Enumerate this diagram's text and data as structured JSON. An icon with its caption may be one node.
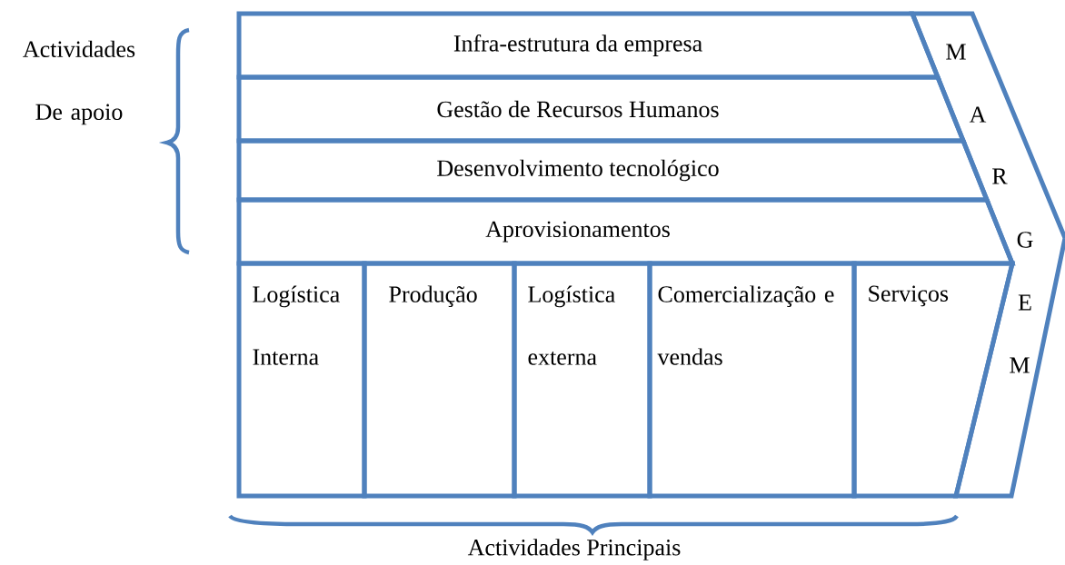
{
  "diagram": {
    "nodes": [
      {
        "text": [
          "Infra-estrutura da empresa"
        ]
      },
      {
        "text": [
          "Gestão de Recursos Humanos"
        ]
      },
      {
        "text": [
          "Desenvolvimento tecnológico"
        ]
      },
      {
        "text": [
          "Aprovisionamentos"
        ]
      },
      {
        "text": [
          "Logística Interna"
        ]
      },
      {
        "text": [
          "Produção"
        ]
      },
      {
        "text": [
          "Logística externa"
        ]
      },
      {
        "text": [
          "Comercialização e vendas"
        ]
      },
      {
        "text": [
          "Serviços"
        ]
      },
      {
        "text": [
          "M",
          "A",
          "R",
          "G",
          "E",
          "M"
        ]
      }
    ],
    "labels": [
      "Actividades De apoio",
      "Actividades Principais"
    ]
  }
}
